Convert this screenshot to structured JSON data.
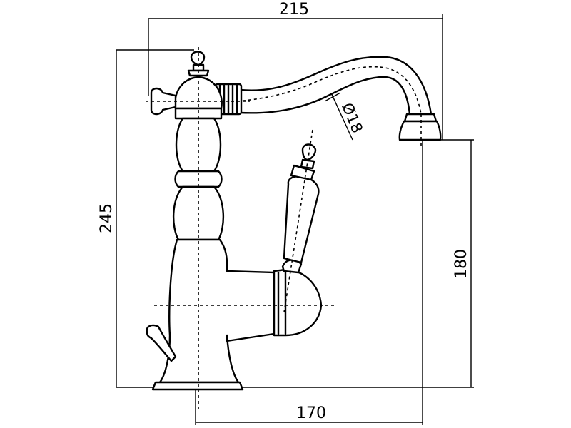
{
  "dimensions": {
    "width_top": "215",
    "height_total": "245",
    "spout_height": "180",
    "spout_reach": "170",
    "spout_diameter": "Ø18"
  }
}
